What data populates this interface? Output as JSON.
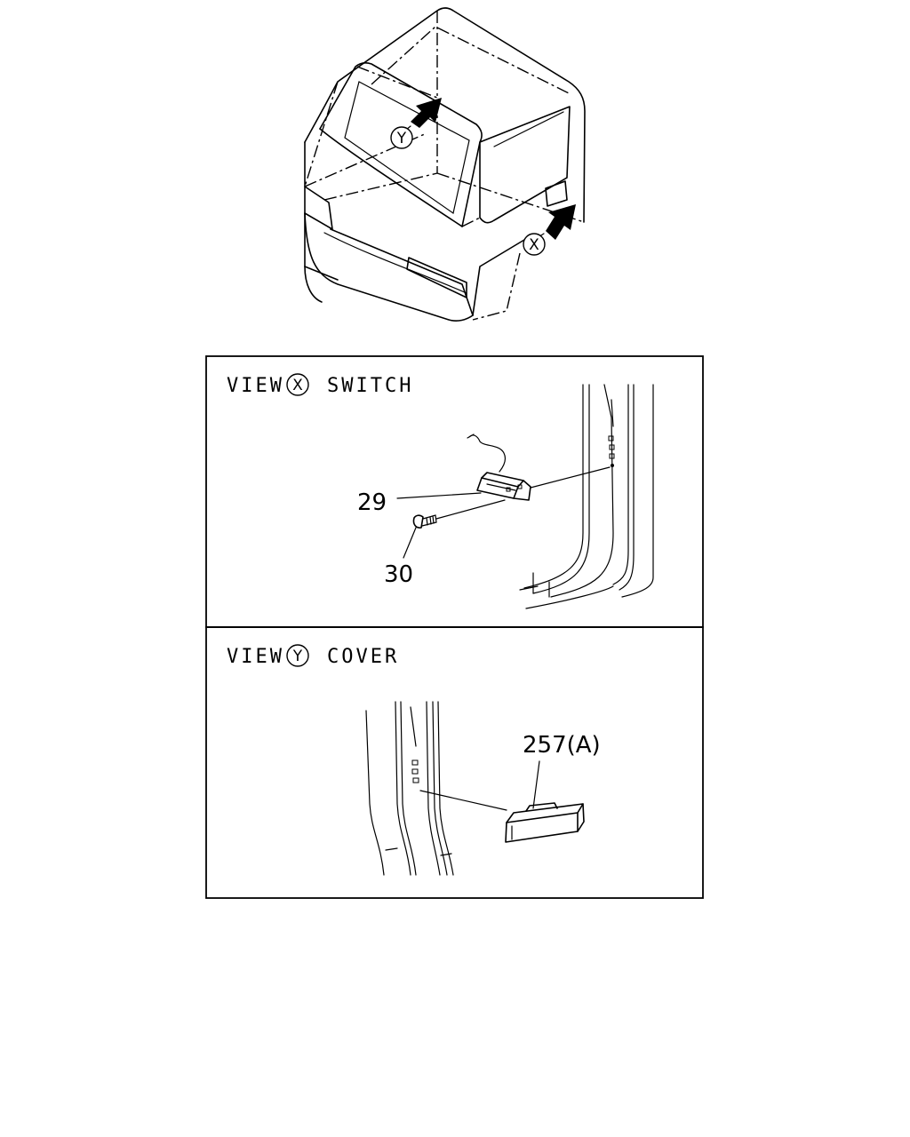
{
  "overview": {
    "marker_x": "X",
    "marker_y": "Y"
  },
  "view_x": {
    "prefix": "VIEW",
    "marker": "X",
    "title": "SWITCH",
    "callouts": {
      "switch": "29",
      "screw": "30"
    }
  },
  "view_y": {
    "prefix": "VIEW",
    "marker": "Y",
    "title": "COVER",
    "callouts": {
      "cover": "257(A)"
    }
  }
}
